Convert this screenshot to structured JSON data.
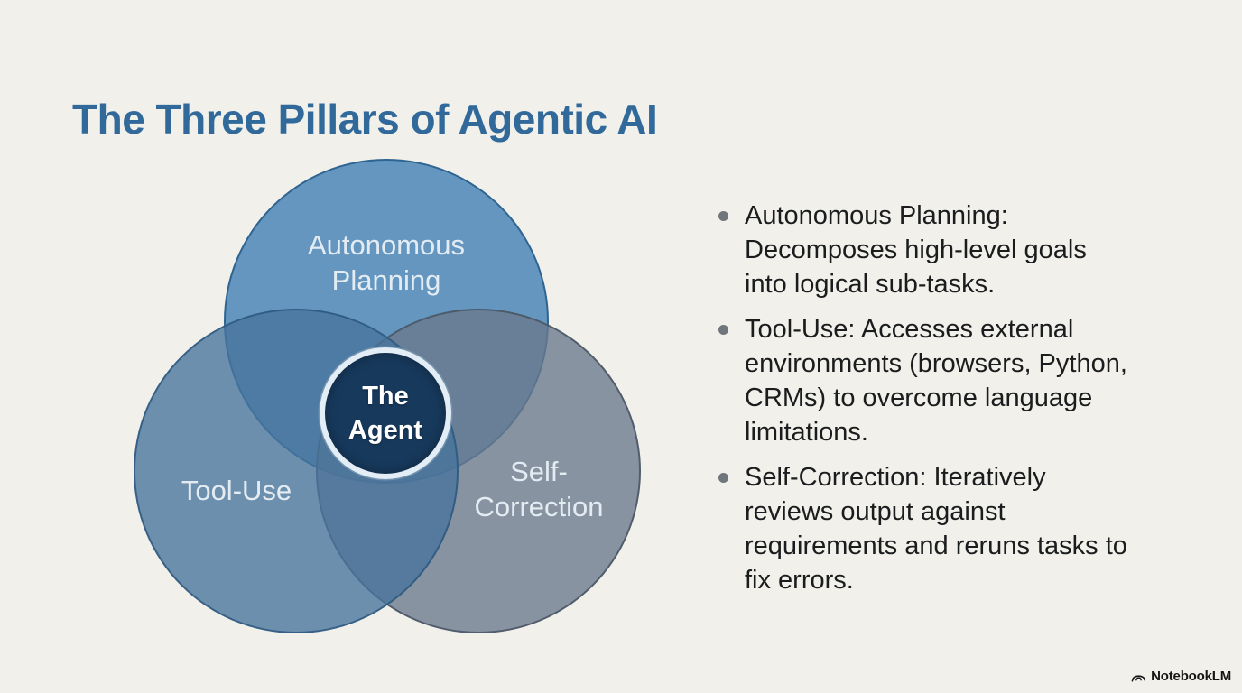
{
  "title": "The Three Pillars of Agentic AI",
  "venn": {
    "top": {
      "label": "Autonomous\nPlanning"
    },
    "left": {
      "label": "Tool-Use"
    },
    "right": {
      "label": "Self-\nCorrection"
    },
    "center": {
      "label": "The\nAgent"
    }
  },
  "bullets": [
    {
      "text": "Autonomous Planning:\nDecomposes high-level goals\ninto logical sub-tasks."
    },
    {
      "text": "Tool-Use: Accesses external\nenvironments (browsers, Python,\nCRMs) to overcome language\nlimitations."
    },
    {
      "text": "Self-Correction: Iteratively\nreviews output against\nrequirements and reruns tasks to\nfix errors."
    }
  ],
  "footer": {
    "brand": "NotebookLM",
    "icon": "notebooklm-logo-icon"
  },
  "colors": {
    "background": "#f1f0ea",
    "title": "#31699b",
    "circle_top": "#3c7cb3",
    "circle_left": "#46739c",
    "circle_right": "#69798c",
    "agent_fill": "#17395c",
    "agent_ring": "#e2edf6",
    "label_text": "#e4ecf3",
    "bullet_text": "#1b1c1e",
    "bullet_dot": "#6f767c"
  }
}
